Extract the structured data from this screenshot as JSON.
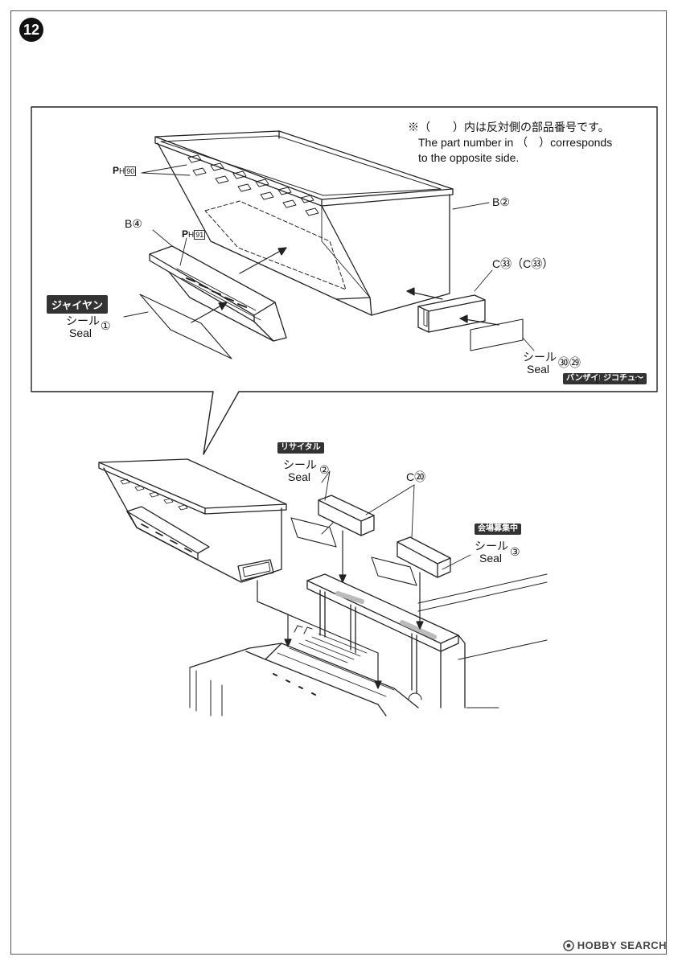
{
  "step": {
    "number": "12"
  },
  "note": {
    "jp": "※（　　）内は反対側の部品番号です。",
    "en_line1": "The part number in （　）corresponds",
    "en_line2": "to the opposite side."
  },
  "labels": {
    "ph_90": {
      "prefix": "P",
      "sub": "H",
      "num": "90"
    },
    "ph_91": {
      "prefix": "P",
      "sub": "H",
      "num": "91"
    },
    "b2": "B②",
    "b4": "B④",
    "c33": "C㉝（C㉝）",
    "c20": "C⑳",
    "seal_jp": "シール",
    "seal_en": "Seal",
    "seal_1": "①",
    "seal_2": "②",
    "seal_3": "③",
    "seal_30_29": "㉚㉙"
  },
  "tags": {
    "jaiyan": "ジャイヤン",
    "risaitaru": "リサイタル",
    "kaijou": "会場募集中",
    "banzai": "バンザイ!!",
    "jaiko": "ジコチュ〜"
  },
  "watermark": "HOBBY SEARCH",
  "icons": {
    "watermark_icon": "camera-lens-icon"
  }
}
